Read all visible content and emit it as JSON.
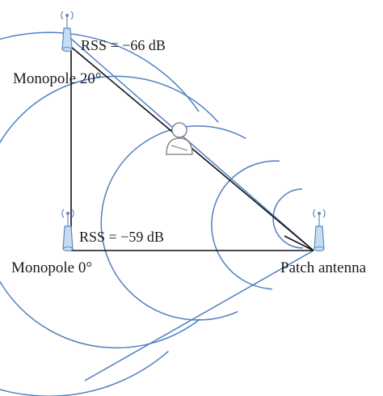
{
  "labels": {
    "monopole_top": "Monopole 20°",
    "monopole_bottom": "Monopole 0°",
    "patch": "Patch antenna",
    "rss_top": "RSS = −66 dB",
    "rss_bottom": "RSS = −59 dB"
  },
  "colors": {
    "wave": "#4f7fc0",
    "edge": "#111111",
    "antenna_body": "#c6dcf2",
    "antenna_edge": "#5e88c0",
    "person": "#ffffff"
  },
  "icons": {
    "antenna": "antenna-icon",
    "person": "person-icon"
  }
}
